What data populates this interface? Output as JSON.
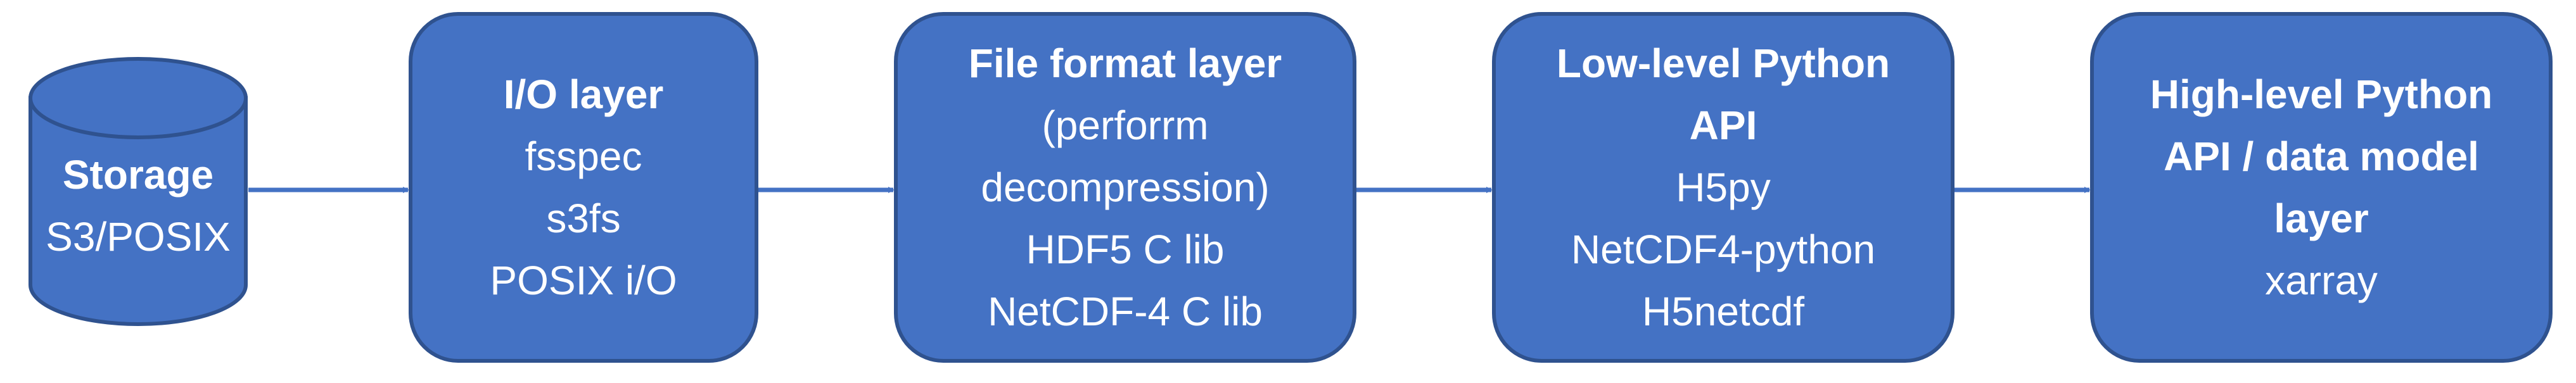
{
  "colors": {
    "fill": "#4472C4",
    "stroke": "#2F528F",
    "text": "#ffffff",
    "arrow": "#4472C4"
  },
  "storage": {
    "title": "Storage",
    "lines": [
      "S3/POSIX"
    ]
  },
  "io_layer": {
    "title": "I/O layer",
    "lines": [
      "fsspec",
      "s3fs",
      "POSIX i/O"
    ]
  },
  "file_format_layer": {
    "title": "File format layer",
    "lines": [
      "(perforrm",
      "decompression)",
      "HDF5 C lib",
      "NetCDF-4 C lib"
    ]
  },
  "low_level_api": {
    "title_lines": [
      "Low-level Python",
      "API"
    ],
    "lines": [
      "H5py",
      "NetCDF4-python",
      "H5netcdf"
    ]
  },
  "high_level_api": {
    "title_lines": [
      "High-level Python",
      "API / data model",
      "layer"
    ],
    "lines": [
      "xarray"
    ]
  }
}
